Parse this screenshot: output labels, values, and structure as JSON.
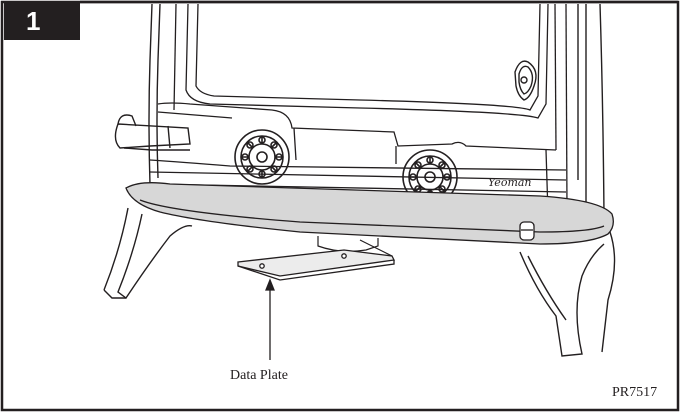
{
  "figure": {
    "step_number": "1",
    "callout_label": "Data Plate",
    "reference_code": "PR7517",
    "brand_mark": "Yeoman"
  },
  "colors": {
    "line": "#231f20",
    "plinth_fill": "#d7d7d7",
    "badge_fill": "#231f20",
    "badge_text": "#ffffff"
  },
  "icons": [
    "fan-rosette-icon",
    "door-handle-icon",
    "door-latch-icon"
  ]
}
